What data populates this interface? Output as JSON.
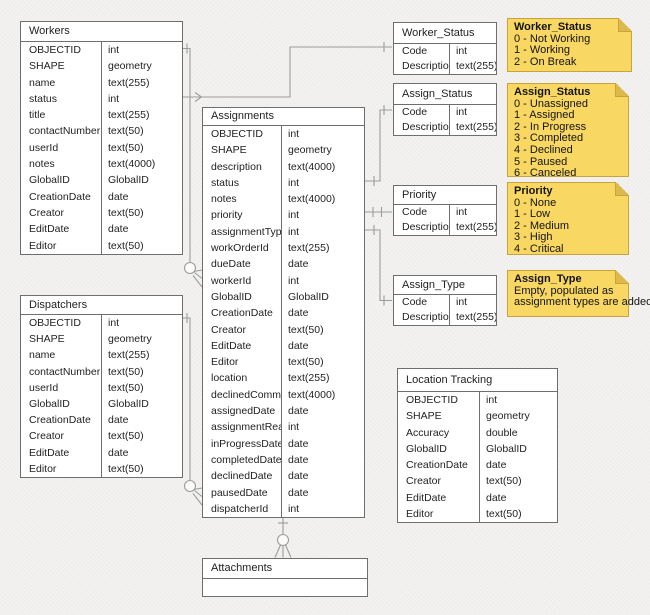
{
  "colors": {
    "background": "#F1F0EE",
    "table_border": "#6E6E6E",
    "connector": "#9C9C9C",
    "note_fill": "#F8D763",
    "note_fold": "#DCB94A",
    "note_border": "#C8A43C",
    "text": "#1F1F1F"
  },
  "entities": {
    "workers": {
      "title": "Workers",
      "fields": [
        {
          "name": "OBJECTID",
          "type": "int"
        },
        {
          "name": "SHAPE",
          "type": "geometry"
        },
        {
          "name": "name",
          "type": "text(255)"
        },
        {
          "name": "status",
          "type": "int"
        },
        {
          "name": "title",
          "type": "text(255)"
        },
        {
          "name": "contactNumber",
          "type": "text(50)"
        },
        {
          "name": "userId",
          "type": "text(50)"
        },
        {
          "name": "notes",
          "type": "text(4000)"
        },
        {
          "name": "GlobalID",
          "type": "GlobalID"
        },
        {
          "name": "CreationDate",
          "type": "date"
        },
        {
          "name": "Creator",
          "type": "text(50)"
        },
        {
          "name": "EditDate",
          "type": "date"
        },
        {
          "name": "Editor",
          "type": "text(50)"
        }
      ]
    },
    "dispatchers": {
      "title": "Dispatchers",
      "fields": [
        {
          "name": "OBJECTID",
          "type": "int"
        },
        {
          "name": "SHAPE",
          "type": "geometry"
        },
        {
          "name": "name",
          "type": "text(255)"
        },
        {
          "name": "contactNumber",
          "type": "text(50)"
        },
        {
          "name": "userId",
          "type": "text(50)"
        },
        {
          "name": "GlobalID",
          "type": "GlobalID"
        },
        {
          "name": "CreationDate",
          "type": "date"
        },
        {
          "name": "Creator",
          "type": "text(50)"
        },
        {
          "name": "EditDate",
          "type": "date"
        },
        {
          "name": "Editor",
          "type": "text(50)"
        }
      ]
    },
    "assignments": {
      "title": "Assignments",
      "fields": [
        {
          "name": "OBJECTID",
          "type": "int"
        },
        {
          "name": "SHAPE",
          "type": "geometry"
        },
        {
          "name": "description",
          "type": "text(4000)"
        },
        {
          "name": "status",
          "type": "int"
        },
        {
          "name": "notes",
          "type": "text(4000)"
        },
        {
          "name": "priority",
          "type": "int"
        },
        {
          "name": "assignmentType",
          "type": "int"
        },
        {
          "name": "workOrderId",
          "type": "text(255)"
        },
        {
          "name": "dueDate",
          "type": "date"
        },
        {
          "name": "workerId",
          "type": "int"
        },
        {
          "name": "GlobalID",
          "type": "GlobalID"
        },
        {
          "name": "CreationDate",
          "type": "date"
        },
        {
          "name": "Creator",
          "type": "text(50)"
        },
        {
          "name": "EditDate",
          "type": "date"
        },
        {
          "name": "Editor",
          "type": "text(50)"
        },
        {
          "name": "location",
          "type": "text(255)"
        },
        {
          "name": "declinedComment",
          "type": "text(4000)"
        },
        {
          "name": "assignedDate",
          "type": "date"
        },
        {
          "name": "assignmentRead",
          "type": "int"
        },
        {
          "name": "inProgressDate",
          "type": "date"
        },
        {
          "name": "completedDate",
          "type": "date"
        },
        {
          "name": "declinedDate",
          "type": "date"
        },
        {
          "name": "pausedDate",
          "type": "date"
        },
        {
          "name": "dispatcherId",
          "type": "int"
        }
      ]
    },
    "worker_status": {
      "title": "Worker_Status",
      "fields": [
        {
          "name": "Code",
          "type": "int"
        },
        {
          "name": "Description",
          "type": "text(255)"
        }
      ]
    },
    "assign_status": {
      "title": "Assign_Status",
      "fields": [
        {
          "name": "Code",
          "type": "int"
        },
        {
          "name": "Description",
          "type": "text(255)"
        }
      ]
    },
    "priority": {
      "title": "Priority",
      "fields": [
        {
          "name": "Code",
          "type": "int"
        },
        {
          "name": "Description",
          "type": "text(255)"
        }
      ]
    },
    "assign_type": {
      "title": "Assign_Type",
      "fields": [
        {
          "name": "Code",
          "type": "int"
        },
        {
          "name": "Description",
          "type": "text(255)"
        }
      ]
    },
    "location_tracking": {
      "title": "Location Tracking",
      "fields": [
        {
          "name": "OBJECTID",
          "type": "int"
        },
        {
          "name": "SHAPE",
          "type": "geometry"
        },
        {
          "name": "Accuracy",
          "type": "double"
        },
        {
          "name": "GlobalID",
          "type": "GlobalID"
        },
        {
          "name": "CreationDate",
          "type": "date"
        },
        {
          "name": "Creator",
          "type": "text(50)"
        },
        {
          "name": "EditDate",
          "type": "date"
        },
        {
          "name": "Editor",
          "type": "text(50)"
        }
      ]
    },
    "attachments": {
      "title": "Attachments",
      "fields": []
    }
  },
  "notes": {
    "worker_status": {
      "title": "Worker_Status",
      "lines": [
        "0 - Not Working",
        "1 - Working",
        "2 - On Break"
      ]
    },
    "assign_status": {
      "title": "Assign_Status",
      "lines": [
        "0 - Unassigned",
        "1 - Assigned",
        "2 - In Progress",
        "3 - Completed",
        "4 - Declined",
        "5 - Paused",
        "6 - Canceled"
      ]
    },
    "priority": {
      "title": "Priority",
      "lines": [
        "0 - None",
        "1 - Low",
        "2 - Medium",
        "3 - High",
        "4 - Critical"
      ]
    },
    "assign_type": {
      "title": "Assign_Type",
      "lines": [
        "Empty, populated as",
        "assignment types are added"
      ]
    }
  },
  "relationships": [
    {
      "from": "Workers.OBJECTID",
      "to": "Assignments.workerId",
      "from_end": "one",
      "to_end": "zero-or-many"
    },
    {
      "from": "Workers.status",
      "to": "Worker_Status.Code",
      "from_end": "arrow",
      "to_end": "one"
    },
    {
      "from": "Dispatchers.OBJECTID",
      "to": "Assignments.dispatcherId",
      "from_end": "one",
      "to_end": "zero-or-many"
    },
    {
      "from": "Assignments.status",
      "to": "Assign_Status.Code",
      "from_end": "one",
      "to_end": "one"
    },
    {
      "from": "Assignments.priority",
      "to": "Priority.Code",
      "from_end": "one",
      "to_end": "one"
    },
    {
      "from": "Assignments.assignmentType",
      "to": "Assign_Type.Code",
      "from_end": "one",
      "to_end": "one"
    },
    {
      "from": "Assignments",
      "to": "Attachments",
      "from_end": "one",
      "to_end": "zero-or-many"
    }
  ]
}
